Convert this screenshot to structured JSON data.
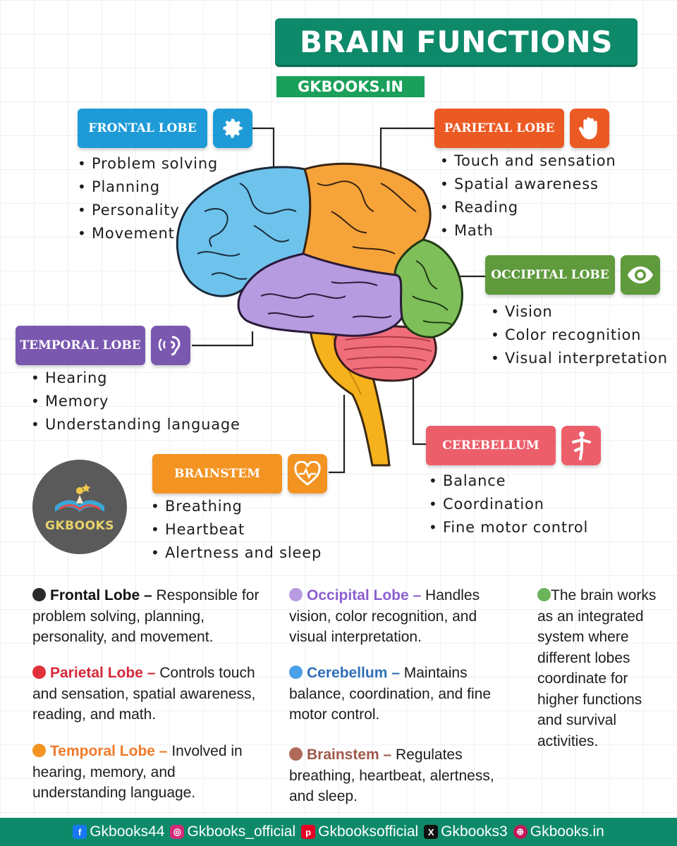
{
  "header": {
    "title": "BRAIN FUNCTIONS",
    "site": "GKBOOKS.IN"
  },
  "lobes": {
    "frontal": {
      "label": "FRONTAL LOBE",
      "color": "#1e9bd7",
      "icon": "gear-icon",
      "items": [
        "Problem solving",
        "Planning",
        "Personality",
        "Movement"
      ]
    },
    "parietal": {
      "label": "PARIETAL LOBE",
      "color": "#ec5a24",
      "icon": "hand-icon",
      "items": [
        "Touch and sensation",
        "Spatial awareness",
        "Reading",
        "Math"
      ]
    },
    "occipital": {
      "label": "OCCIPITAL LOBE",
      "color": "#5f9a3c",
      "icon": "eye-icon",
      "items": [
        "Vision",
        "Color recognition",
        "Visual interpretation"
      ]
    },
    "temporal": {
      "label": "TEMPORAL LOBE",
      "color": "#7a58b0",
      "icon": "ear-icon",
      "items": [
        "Hearing",
        "Memory",
        "Understanding language"
      ]
    },
    "cerebellum": {
      "label": "CEREBELLUM",
      "color": "#ec5f6a",
      "icon": "person-balance-icon",
      "items": [
        "Balance",
        "Coordination",
        "Fine motor control"
      ]
    },
    "brainstem": {
      "label": "BRAINSTEM",
      "color": "#f39322",
      "icon": "heart-pulse-icon",
      "items": [
        "Breathing",
        "Heartbeat",
        "Alertness and sleep"
      ]
    }
  },
  "logo": {
    "text": "GKBOOKS"
  },
  "descriptions": {
    "frontal": {
      "head": "Frontal Lobe –",
      "body": " Responsible for problem solving, planning, personality, and movement.",
      "dot": "#2b2b2b",
      "head_color": "#111111"
    },
    "parietal": {
      "head": "Parietal Lobe –",
      "body": " Controls touch and sensation, spatial awareness, reading, and math.",
      "dot": "#e0303a",
      "head_color": "#d42a3a"
    },
    "temporal": {
      "head": "Temporal Lobe –",
      "body": " Involved in hearing, memory, and understanding language.",
      "dot": "#f39322",
      "head_color": "#ef7a2a"
    },
    "occipital": {
      "head": "Occipital Lobe –",
      "body": " Handles vision, color recognition, and visual interpretation.",
      "dot": "#b89be0",
      "head_color": "#8b5fd0"
    },
    "cerebellum": {
      "head": "Cerebellum –",
      "body": " Maintains balance, coordination, and fine motor control.",
      "dot": "#4aa0e6",
      "head_color": "#2f6fb8"
    },
    "brainstem": {
      "head": "Brainstem –",
      "body": " Regulates breathing, heartbeat, alertness, and sleep.",
      "dot": "#b06a5a",
      "head_color": "#a0584a"
    },
    "integrated": {
      "body": "The brain works as an integrated system where different lobes coordinate for higher functions and survival activities.",
      "dot": "#6cb35a"
    }
  },
  "footer": {
    "items": [
      {
        "icon": "facebook-icon",
        "handle": "Gkbooks44"
      },
      {
        "icon": "instagram-icon",
        "handle": "Gkbooks_official"
      },
      {
        "icon": "pinterest-icon",
        "handle": "Gkbooksofficial"
      },
      {
        "icon": "x-icon",
        "handle": "Gkbooks3"
      },
      {
        "icon": "globe-icon",
        "handle": "Gkbooks.in"
      }
    ]
  }
}
